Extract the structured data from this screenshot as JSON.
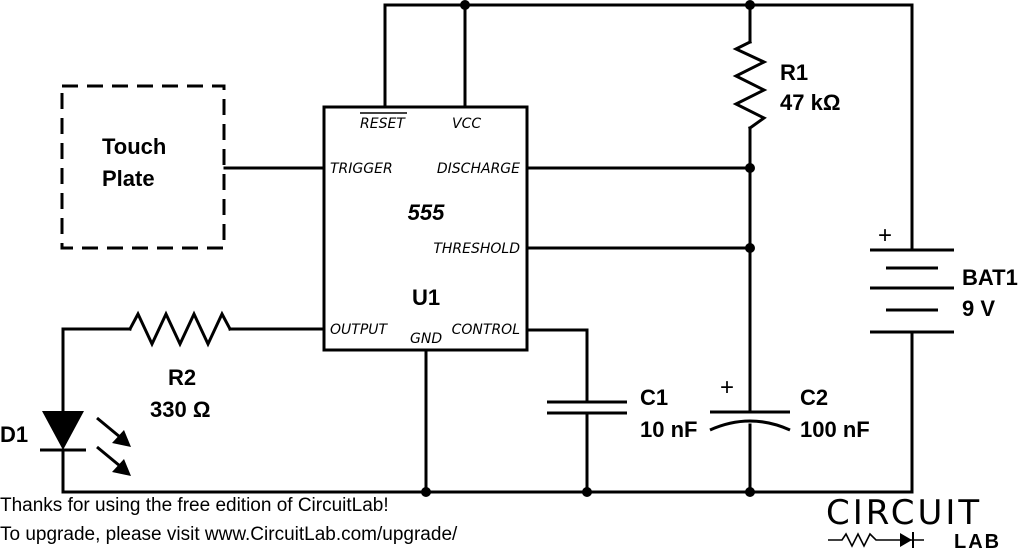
{
  "touch_plate": {
    "line1": "Touch",
    "line2": "Plate"
  },
  "u1": {
    "name": "U1",
    "type": "555",
    "pins": {
      "reset": "RESET",
      "vcc": "VCC",
      "trigger": "TRIGGER",
      "discharge": "DISCHARGE",
      "threshold": "THRESHOLD",
      "output": "OUTPUT",
      "gnd": "GND",
      "control": "CONTROL"
    }
  },
  "r1": {
    "name": "R1",
    "value": "47 kΩ"
  },
  "r2": {
    "name": "R2",
    "value": "330 Ω"
  },
  "c1": {
    "name": "C1",
    "value": "10 nF"
  },
  "c2": {
    "name": "C2",
    "value": "100 nF",
    "polarity": "+"
  },
  "bat1": {
    "name": "BAT1",
    "value": "9 V",
    "polarity": "+"
  },
  "d1": {
    "name": "D1"
  },
  "footer": {
    "line1": "Thanks for using the free edition of CircuitLab!",
    "line2": "To upgrade, please visit www.CircuitLab.com/upgrade/"
  },
  "logo": {
    "top": "CIRCUIT",
    "bottom": "LAB"
  }
}
